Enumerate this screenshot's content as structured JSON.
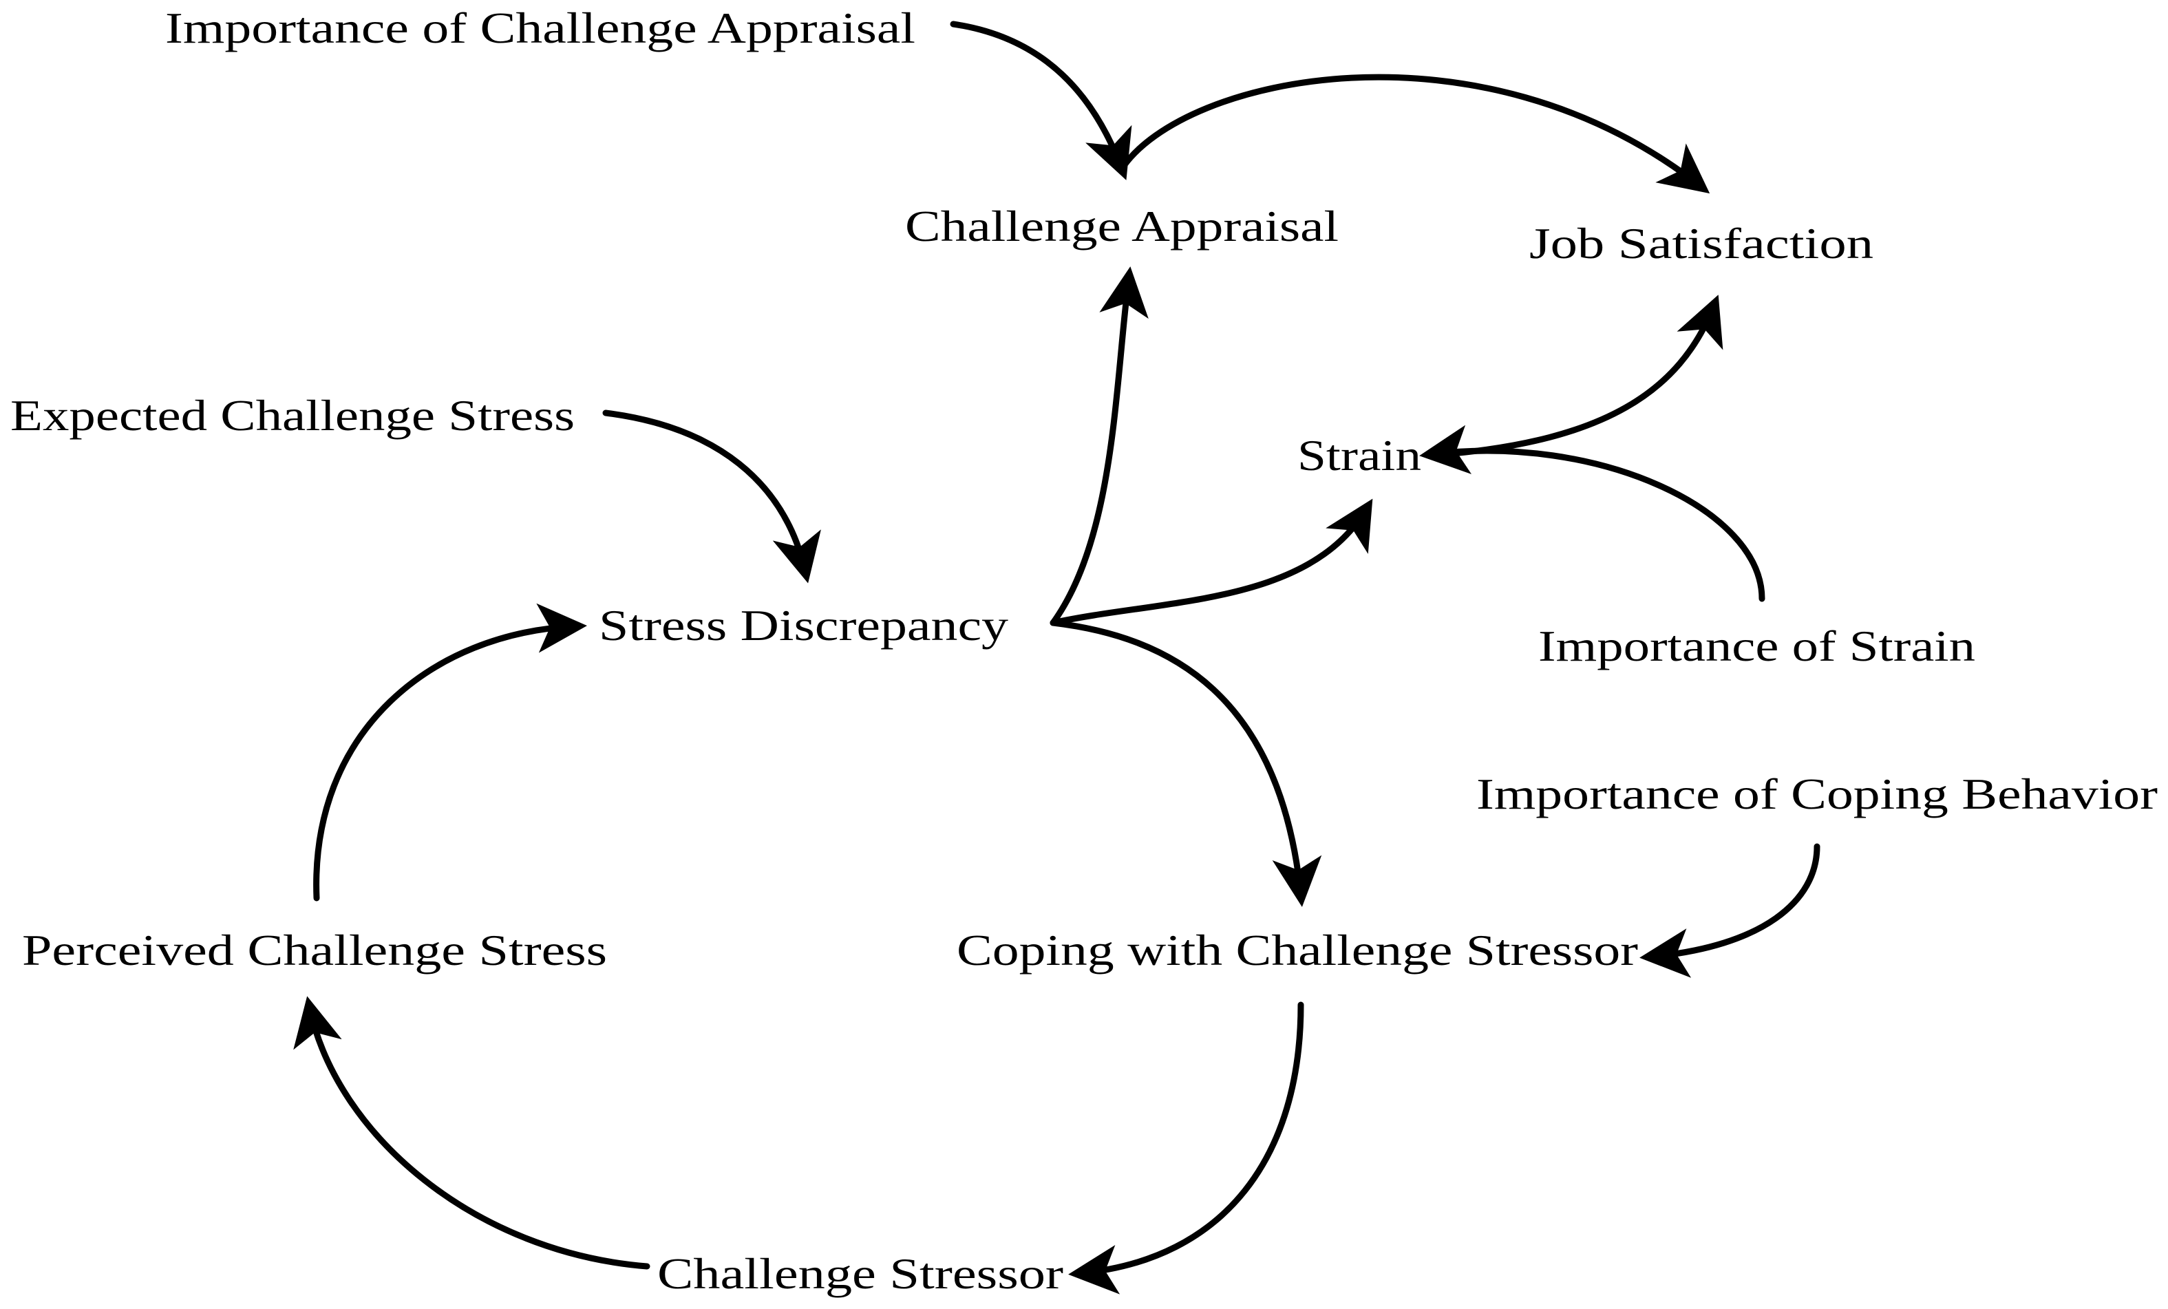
{
  "diagram": {
    "nodes": {
      "importance_challenge_appraisal": "Importance of Challenge Appraisal",
      "challenge_appraisal": "Challenge Appraisal",
      "job_satisfaction": "Job Satisfaction",
      "expected_challenge_stress": "Expected Challenge Stress",
      "strain": "Strain",
      "stress_discrepancy": "Stress Discrepancy",
      "importance_strain": "Importance of Strain",
      "importance_coping_behavior": "Importance of Coping Behavior",
      "perceived_challenge_stress": "Perceived Challenge Stress",
      "coping_challenge_stressor": "Coping with Challenge Stressor",
      "challenge_stressor": "Challenge Stressor"
    },
    "edges": [
      {
        "from": "importance_challenge_appraisal",
        "to": "challenge_appraisal"
      },
      {
        "from": "challenge_appraisal",
        "to": "job_satisfaction"
      },
      {
        "from": "expected_challenge_stress",
        "to": "stress_discrepancy"
      },
      {
        "from": "stress_discrepancy",
        "to": "challenge_appraisal"
      },
      {
        "from": "stress_discrepancy",
        "to": "strain"
      },
      {
        "from": "stress_discrepancy",
        "to": "coping_challenge_stressor"
      },
      {
        "from": "strain",
        "to": "job_satisfaction"
      },
      {
        "from": "importance_strain",
        "to": "strain"
      },
      {
        "from": "importance_coping_behavior",
        "to": "coping_challenge_stressor"
      },
      {
        "from": "coping_challenge_stressor",
        "to": "challenge_stressor"
      },
      {
        "from": "challenge_stressor",
        "to": "perceived_challenge_stress"
      },
      {
        "from": "perceived_challenge_stress",
        "to": "stress_discrepancy"
      }
    ]
  }
}
